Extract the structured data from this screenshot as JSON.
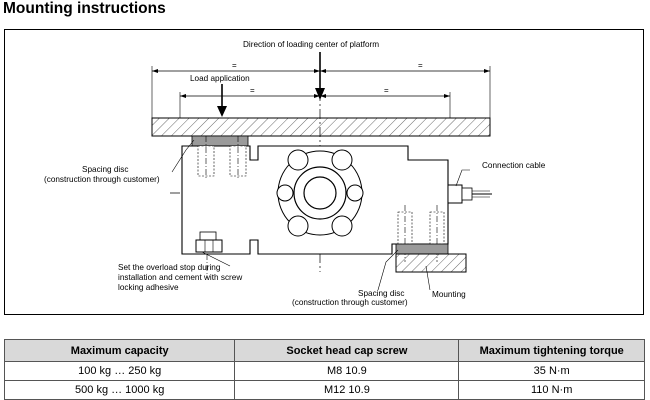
{
  "title": "Mounting instructions",
  "drawing": {
    "direction_label": "Direction of loading center of platform",
    "load_application": "Load application",
    "equal_sign": "=",
    "spacing_disc_left": [
      "Spacing disc",
      "(construction through customer)"
    ],
    "connection_cable": "Connection cable",
    "overload_stop": [
      "Set the overload stop during",
      "installation and cement with screw",
      "locking adhesive"
    ],
    "spacing_disc_right": [
      "Spacing disc",
      "(construction through customer)"
    ],
    "mounting": "Mounting"
  },
  "table": {
    "headers": [
      "Maximum capacity",
      "Socket head cap screw",
      "Maximum tightening torque"
    ],
    "rows": [
      [
        "100 kg … 250 kg",
        "M8 10.9",
        "35 N·m"
      ],
      [
        "500 kg … 1000 kg",
        "M12 10.9",
        "110 N·m"
      ]
    ]
  }
}
